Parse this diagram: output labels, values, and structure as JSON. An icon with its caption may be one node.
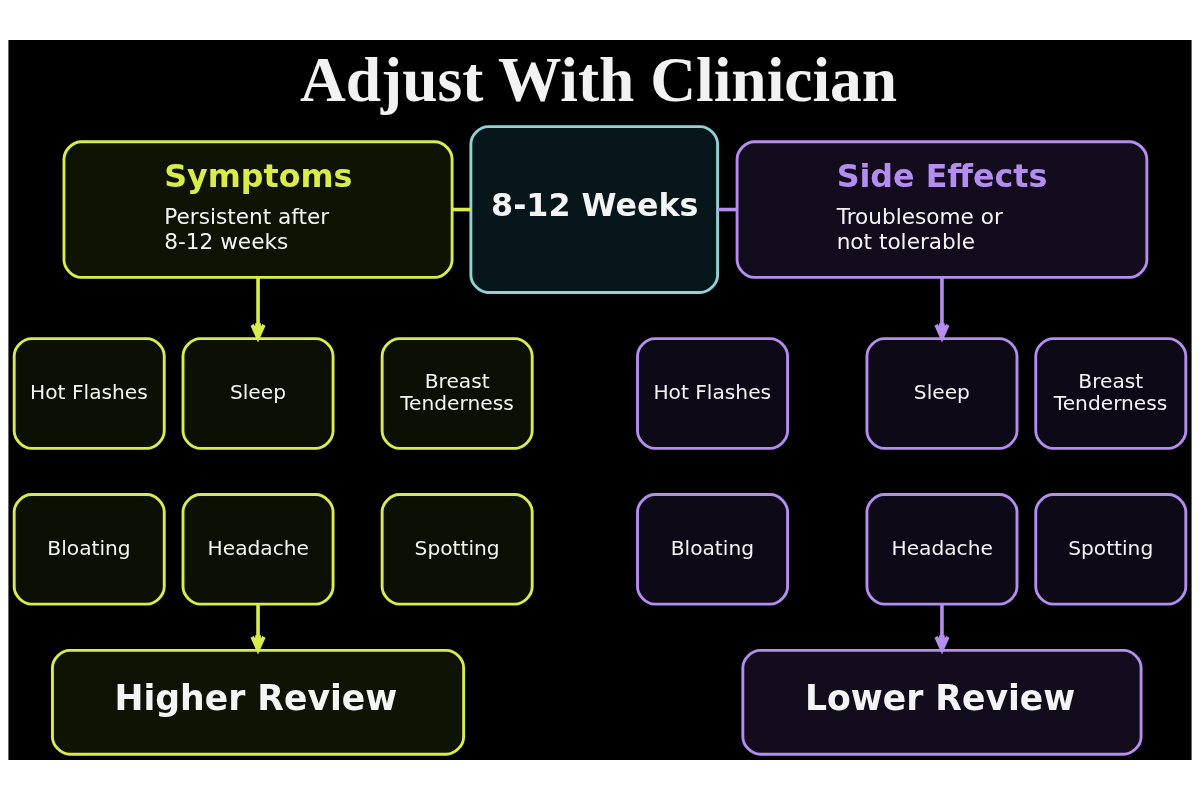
{
  "diagram": {
    "title": "Adjust With Clinician",
    "nodes": [
      {
        "text": [
          "8-12 Weeks"
        ]
      },
      {
        "text": [
          "Symptoms",
          "Persistent after 8-12 weeks"
        ]
      },
      {
        "text": [
          "Side Effects",
          "Troublesome or not tolerable"
        ]
      },
      {
        "text": [
          "Hot Flashes"
        ]
      },
      {
        "text": [
          "Sleep"
        ]
      },
      {
        "text": [
          "Breast Tenderness"
        ]
      },
      {
        "text": [
          "Bloating"
        ]
      },
      {
        "text": [
          "Headache"
        ]
      },
      {
        "text": [
          "Spotting"
        ]
      },
      {
        "text": [
          "Higher Review"
        ]
      },
      {
        "text": [
          "Hot Flashes"
        ]
      },
      {
        "text": [
          "Sleep"
        ]
      },
      {
        "text": [
          "Breast Tenderness"
        ]
      },
      {
        "text": [
          "Bloating"
        ]
      },
      {
        "text": [
          "Headache"
        ]
      },
      {
        "text": [
          "Spotting"
        ]
      },
      {
        "text": [
          "Lower Review"
        ]
      }
    ],
    "edges": [
      {
        "from": 1,
        "to": 0,
        "arrow": "none",
        "color": "#d9ec4a"
      },
      {
        "from": 0,
        "to": 2,
        "arrow": "none",
        "color": "#b58cf0"
      },
      {
        "from": 1,
        "to": 4,
        "arrow": "to",
        "color": "#d9ec4a"
      },
      {
        "from": 2,
        "to": 11,
        "arrow": "to",
        "color": "#b58cf0"
      },
      {
        "from": 7,
        "to": 9,
        "arrow": "to",
        "color": "#d9ec4a"
      },
      {
        "from": 14,
        "to": 16,
        "arrow": "to",
        "color": "#b58cf0"
      }
    ]
  }
}
